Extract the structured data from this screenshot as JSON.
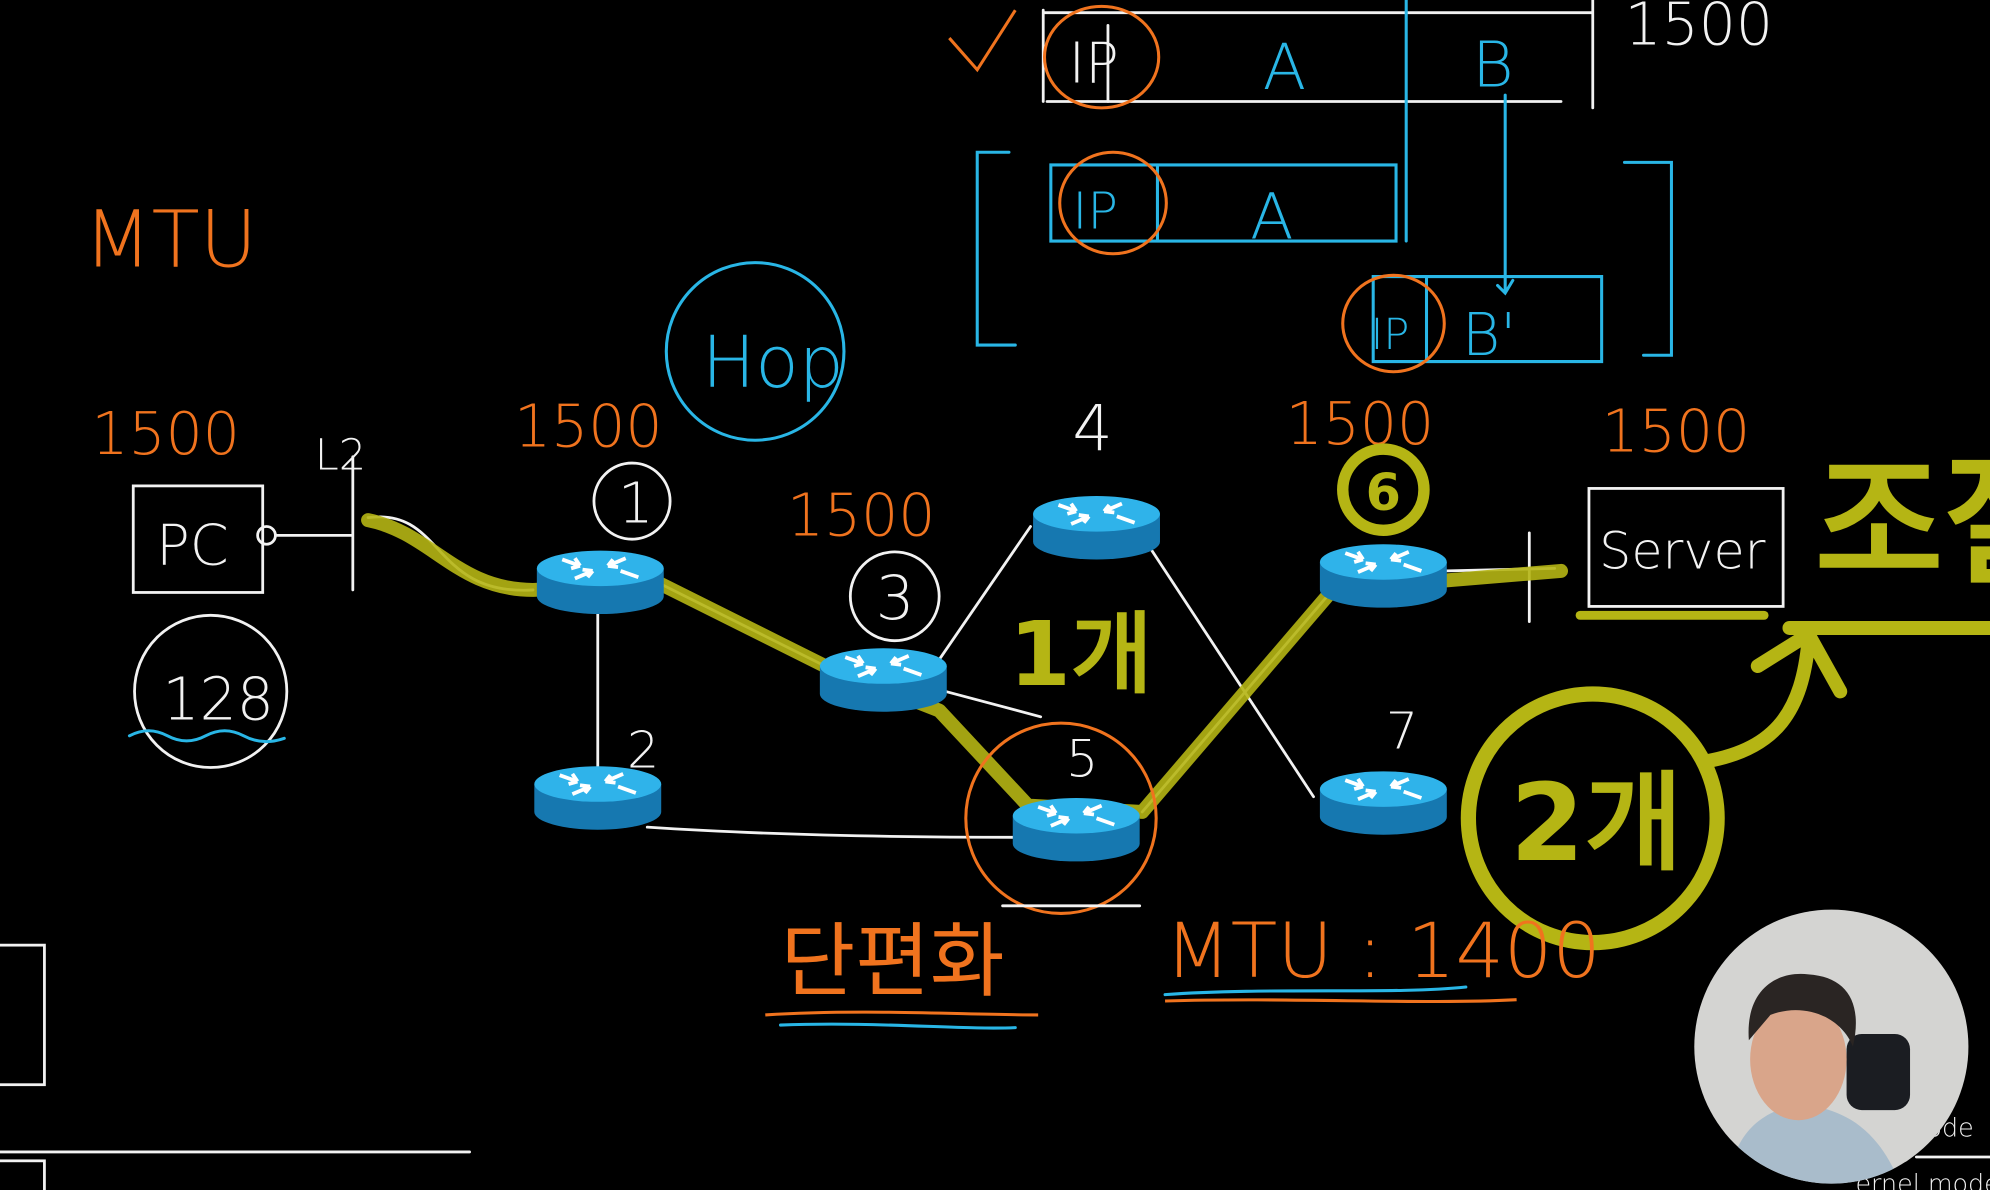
{
  "colors": {
    "background": "#000000",
    "orange": "#f0731e",
    "blue": "#29b6e6",
    "yellow": "#b5b514",
    "white": "#f2f2f2",
    "router": "#1fa3d9"
  },
  "labels": {
    "mtu_title": "MTU",
    "mtu_pc": "1500",
    "mtu_r1": "1500",
    "mtu_r3": "1500",
    "mtu_r6": "1500",
    "mtu_server": "1500",
    "mtu_top_packet": "1500",
    "pc": "PC",
    "l2": "L2",
    "pc_mtu_circle": "128",
    "hop": "Hop",
    "server": "Server",
    "one_packet": "1개",
    "two_packets": "2개",
    "reassembly": "조절",
    "fragmentation": "단편화",
    "mtu_1400": "MTU : 1400"
  },
  "routers": [
    {
      "id": "1",
      "label": "1"
    },
    {
      "id": "2",
      "label": "2"
    },
    {
      "id": "3",
      "label": "3"
    },
    {
      "id": "4",
      "label": "4"
    },
    {
      "id": "5",
      "label": "5"
    },
    {
      "id": "6",
      "label": "6"
    },
    {
      "id": "7",
      "label": "7"
    }
  ],
  "packet": {
    "header": "IP",
    "part_a": "A",
    "part_b": "B"
  },
  "fragment_1": {
    "header": "IP",
    "part": "A"
  },
  "fragment_2": {
    "header": "IP",
    "part": "B'"
  },
  "background_slide": {
    "text_1": "ode",
    "text_2": "ernel mode"
  }
}
